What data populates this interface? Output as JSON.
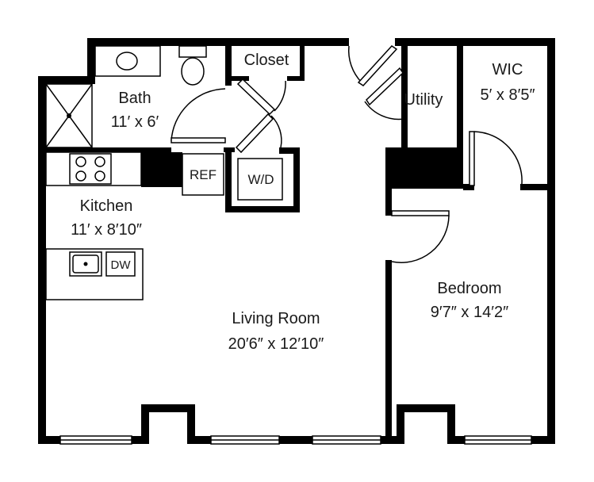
{
  "rooms": {
    "bath": {
      "name": "Bath",
      "dims": "11′ x 6′"
    },
    "closet": {
      "name": "Closet"
    },
    "utility": {
      "name": "Utility"
    },
    "wic": {
      "name": "WIC",
      "dims": "5′ x 8′5″"
    },
    "kitchen": {
      "name": "Kitchen",
      "dims": "11′ x 8′10″"
    },
    "living": {
      "name": "Living Room",
      "dims": "20′6″ x 12′10″"
    },
    "bedroom": {
      "name": "Bedroom",
      "dims": "9′7″ x 14′2″"
    }
  },
  "fixtures": {
    "ref": "REF",
    "wd": "W/D",
    "dw": "DW"
  },
  "colors": {
    "wall": "#000000",
    "background": "#ffffff"
  }
}
